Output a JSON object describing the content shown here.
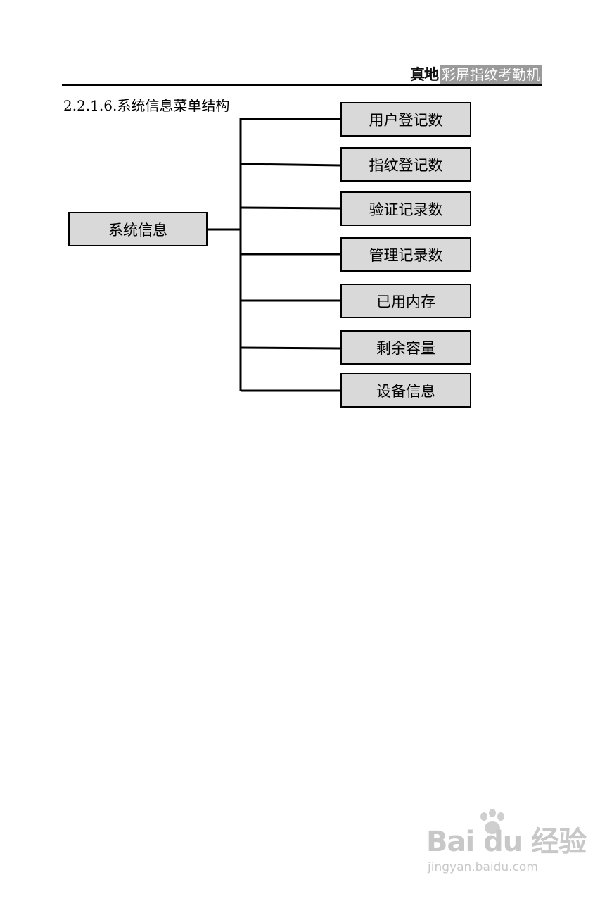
{
  "header": {
    "brand_logo": "真地",
    "brand_tagline": "彩屏指纹考勤机"
  },
  "section_title": "2.2.1.6.系统信息菜单结构",
  "diagram": {
    "root": "系统信息",
    "children": [
      "用户登记数",
      "指纹登记数",
      "验证记录数",
      "管理记录数",
      "已用内存",
      "剩余容量",
      "设备信息"
    ]
  },
  "watermark": {
    "logo": "Bai du 经验",
    "url": "jingyan.baidu.com"
  }
}
